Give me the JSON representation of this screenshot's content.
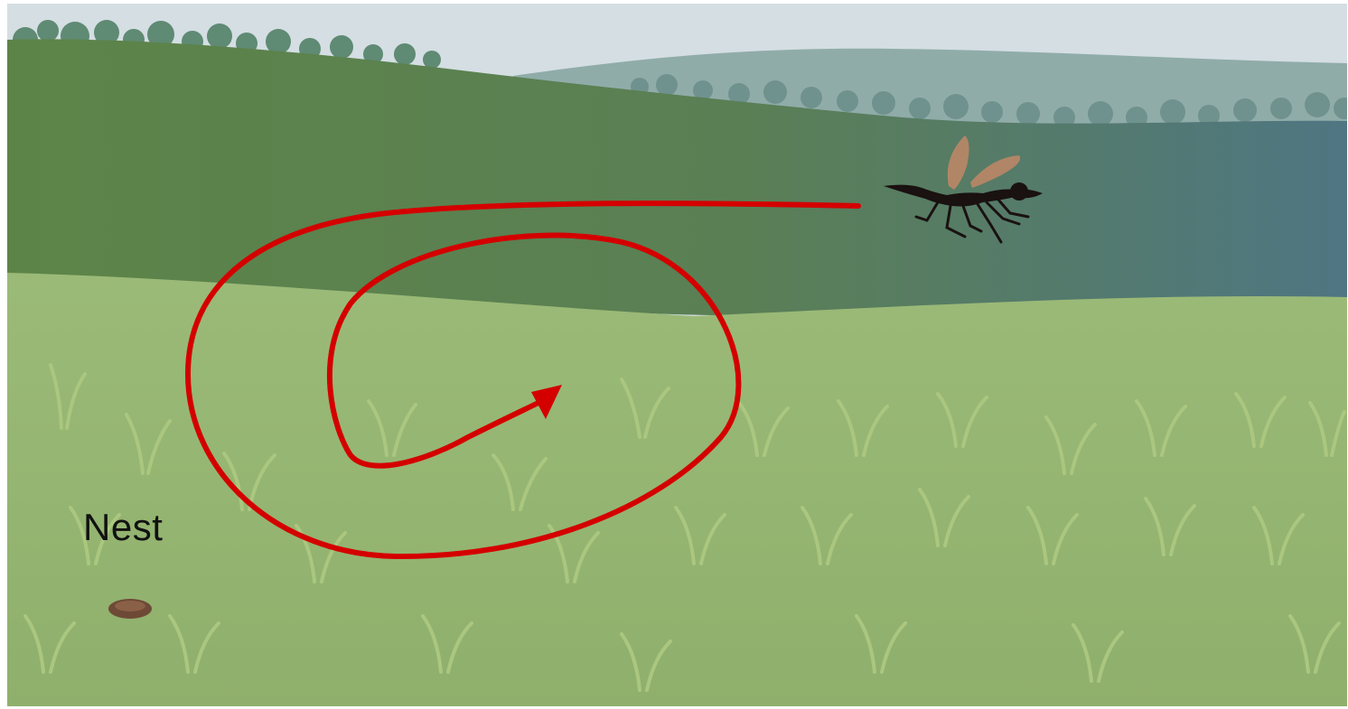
{
  "scene": {
    "nest_label": "Nest",
    "colors": {
      "sky": "#d6dfe4",
      "far_hills": "#8ea9a6",
      "distant_trees": "#7d9a96",
      "near_hill_left": "#5e8348",
      "near_hill_right": "#527b7e",
      "meadow": "#97b574",
      "grass": "#a9c57d",
      "flight_path": "#d40000",
      "wasp": "#1a1111",
      "wasp_wings": "#d98a66",
      "nest_hole": "#6e4a36"
    },
    "icons": {
      "insect": "wasp",
      "nest": "nest-hole",
      "path": "spiral-flight-path-arrow"
    }
  }
}
